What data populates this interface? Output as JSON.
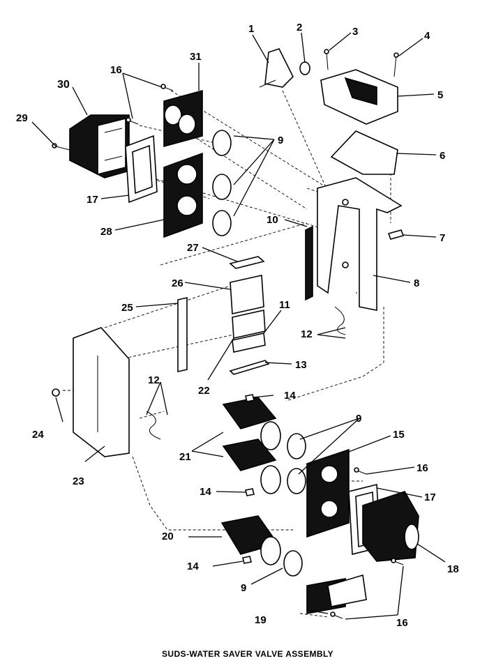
{
  "caption": "SUDS-WATER SAVER VALVE ASSEMBLY",
  "callouts": {
    "c1": "1",
    "c2": "2",
    "c3": "3",
    "c4": "4",
    "c5": "5",
    "c6": "6",
    "c7": "7",
    "c8": "8",
    "c9a": "9",
    "c9b": "9",
    "c9c": "9",
    "c10": "10",
    "c11": "11",
    "c12a": "12",
    "c12b": "12",
    "c13": "13",
    "c14a": "14",
    "c14b": "14",
    "c14c": "14",
    "c15": "15",
    "c16a": "16",
    "c16b": "16",
    "c16c": "16",
    "c17a": "17",
    "c17b": "17",
    "c18": "18",
    "c19": "19",
    "c20": "20",
    "c21": "21",
    "c22": "22",
    "c23": "23",
    "c24": "24",
    "c25": "25",
    "c26": "26",
    "c27": "27",
    "c28": "28",
    "c29": "29",
    "c30": "30",
    "c31": "31"
  }
}
